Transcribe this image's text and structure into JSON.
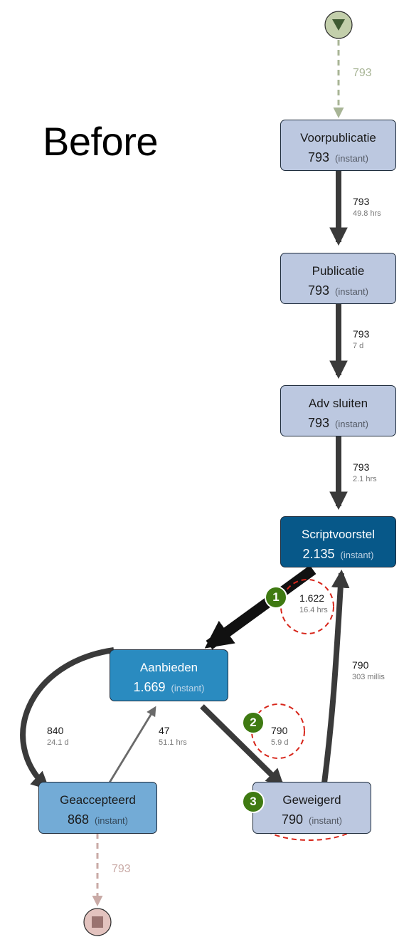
{
  "title": "Before",
  "nodes": {
    "voorpublicatie": {
      "name": "Voorpublicatie",
      "count": "793",
      "duration": "(instant)"
    },
    "publicatie": {
      "name": "Publicatie",
      "count": "793",
      "duration": "(instant)"
    },
    "adv_sluiten": {
      "name": "Adv sluiten",
      "count": "793",
      "duration": "(instant)"
    },
    "scriptvoorstel": {
      "name": "Scriptvoorstel",
      "count": "2.135",
      "duration": "(instant)"
    },
    "aanbieden": {
      "name": "Aanbieden",
      "count": "1.669",
      "duration": "(instant)"
    },
    "geaccepteerd": {
      "name": "Geaccepteerd",
      "count": "868",
      "duration": "(instant)"
    },
    "geweigerd": {
      "name": "Geweigerd",
      "count": "790",
      "duration": "(instant)"
    }
  },
  "edges": {
    "start_to_voorpublicatie": {
      "count": "793"
    },
    "voorpublicatie_to_publicatie": {
      "count": "793",
      "time": "49.8 hrs"
    },
    "publicatie_to_adv_sluiten": {
      "count": "793",
      "time": "7 d"
    },
    "adv_sluiten_to_scriptvoorstel": {
      "count": "793",
      "time": "2.1 hrs"
    },
    "scriptvoorstel_to_aanbieden": {
      "count": "1.622",
      "time": "16.4 hrs"
    },
    "geweigerd_to_scriptvoorstel": {
      "count": "790",
      "time": "303 millis"
    },
    "aanbieden_to_geaccepteerd": {
      "count": "840",
      "time": "24.1 d"
    },
    "geaccepteerd_to_aanbieden": {
      "count": "47",
      "time": "51.1 hrs"
    },
    "aanbieden_to_geweigerd": {
      "count": "790",
      "time": "5.9 d"
    },
    "geaccepteerd_to_end": {
      "count": "793"
    }
  },
  "badges": [
    "1",
    "2",
    "3"
  ],
  "colors": {
    "start_node": "#c3cfab",
    "end_node": "#e3c3bf",
    "highlight_circle": "#d7261b",
    "badge": "#3f7a12",
    "arc_dark": "#3a3a3a",
    "arc_light": "#6a6a6a"
  },
  "icons": {
    "start": "triangle-down-icon",
    "end": "square-stop-icon"
  }
}
